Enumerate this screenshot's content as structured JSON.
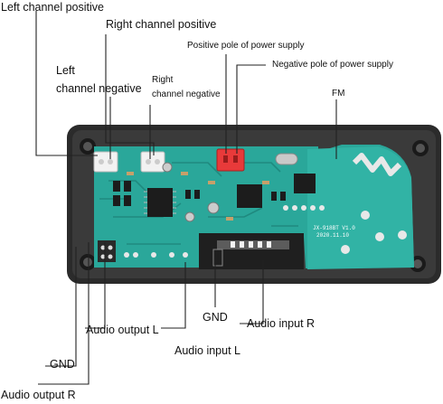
{
  "labels": {
    "left_pos": "Left channel positive",
    "right_pos": "Right channel positive",
    "left_neg_1": "Left",
    "left_neg_2": "channel negative",
    "right_neg_1": "Right",
    "right_neg_2": "channel negative",
    "pwr_pos": "Positive pole of power supply",
    "pwr_neg": "Negative pole of power supply",
    "fm": "FM",
    "gnd_mid": "GND",
    "audio_in_r": "Audio input R",
    "audio_out_l": "Audio output L",
    "audio_in_l": "Audio input L",
    "gnd_left": "GND",
    "audio_out_r": "Audio output R"
  },
  "board_text": {
    "model": "JX-918BT V1.0",
    "date": "2020.11.10"
  },
  "colors": {
    "pcb": "#2aa79a",
    "pcb_dark": "#1f8a7f",
    "frame": "#2b2b2b",
    "connector": "#f2f2f2",
    "power_connector": "#e83a3a",
    "line": "#222222"
  }
}
